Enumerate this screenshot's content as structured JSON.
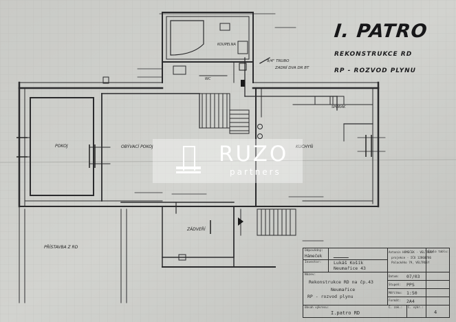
{
  "drawing": {
    "title": "I. PATRO",
    "subtitle_1": "REKONSTRUKCE RD",
    "subtitle_2": "RP - ROZVOD PLYNU",
    "rooms": {
      "koupelna": "KOUPELNA",
      "pokoj": "POKOJ",
      "obyvaci_pokoj": "OBÝVACÍ POKOJ",
      "kuchyn": "KUCHYŇ",
      "zadveri": "ZÁDVEŘÍ",
      "pristavba": "PŘÍSTAVBA Z RD",
      "wc": "WC"
    },
    "annotations": {
      "note_line1": "9/4\" TRUBO",
      "note_line2": "ZADNÍ DVA DR BT",
      "stove": "SPORÁK"
    }
  },
  "watermark": {
    "brand": "RUZO",
    "tagline": "partners"
  },
  "title_block": {
    "odpovedny_label": "Odpovědný:",
    "odpovedny_value": "Hámeček",
    "investor_label": "Investor:",
    "investor_value_1": "Lukáš Košík",
    "investor_value_2": "Neumařice 43",
    "firm_1": "Antonín HÁMEČEK - VELTRUSY",
    "firm_2": "projekce - IČO 12860786",
    "firm_3": "Palackého 79, VELTRUSY",
    "archive_label": "Číslo tablu:",
    "akce_label": "Název:",
    "akce_line_1": "Rekonstrukce RD na čp.43",
    "akce_line_2": "Neumařice",
    "akce_line_3": "RP - rozvod plynu",
    "datum_label": "Datum:",
    "datum_value": "07/03",
    "stupen_label": "Stupeň:",
    "stupen_value": "PPS",
    "meritko_label": "Měřítko:",
    "meritko_value": "1:50",
    "format_label": "Formát:",
    "format_value": "2A4",
    "obsah_label": "Obsah výkresu:",
    "obsah_value": "I.patro RD",
    "c_zakazky_label": "Č. zak.:",
    "c_vykresu_label": "Č. výkr.:",
    "c_zakazky_value": "",
    "c_vykresu_value": "4"
  }
}
